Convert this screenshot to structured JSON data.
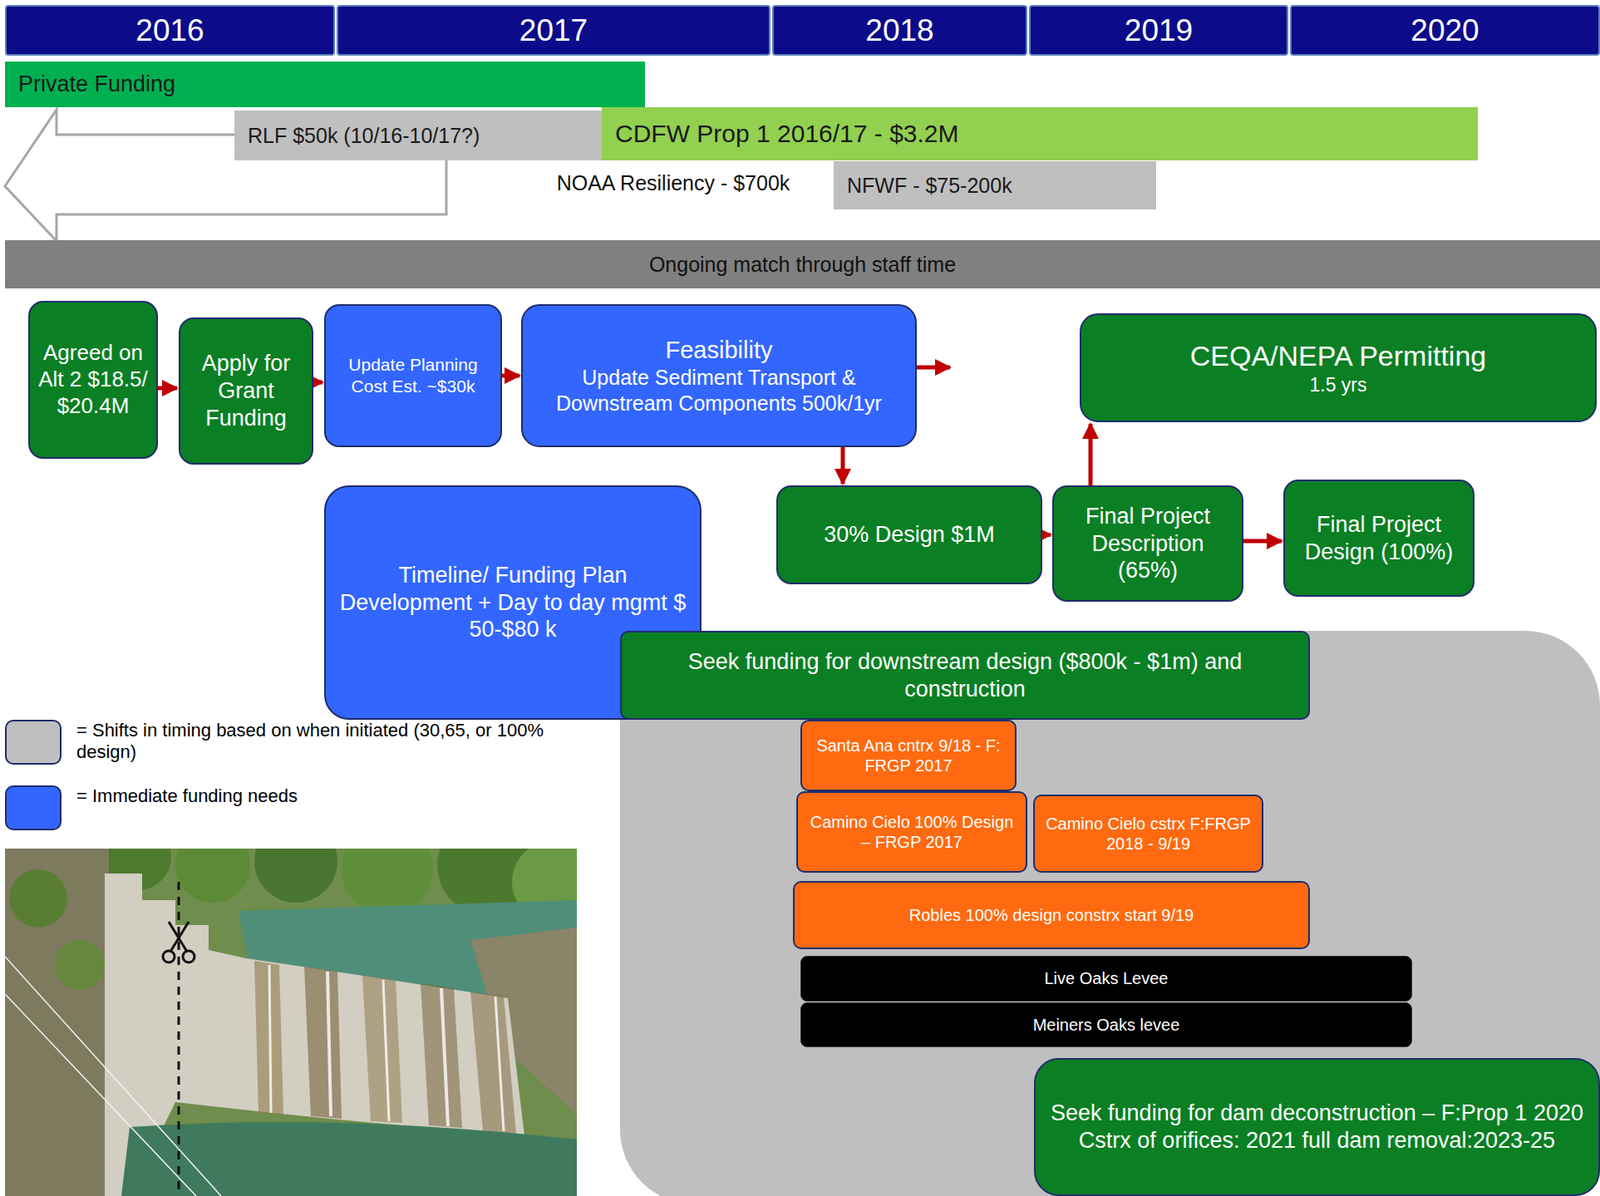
{
  "diagram": {
    "nodes": [
      {
        "text": [
          "2016"
        ]
      },
      {
        "text": [
          "2017"
        ]
      },
      {
        "text": [
          "2018"
        ]
      },
      {
        "text": [
          "2019"
        ]
      },
      {
        "text": [
          "2020"
        ]
      },
      {
        "text": [
          "Private Funding"
        ]
      },
      {
        "text": [
          "RLF $50k (10/16-10/17?)"
        ]
      },
      {
        "text": [
          "CDFW Prop 1 2016/17 - $3.2M"
        ]
      },
      {
        "text": [
          "NFWF - $75-200k"
        ]
      },
      {
        "text": [
          "Ongoing match through staff time"
        ]
      },
      {
        "text": [
          "Agreed on Alt 2 $18.5/ $20.4M"
        ]
      },
      {
        "text": [
          "Apply for Grant Funding"
        ]
      },
      {
        "text": [
          "Update Planning Cost Est. ~$30k"
        ]
      },
      {
        "text": [
          "Feasibility",
          "Update Sediment Transport & Downstream Components 500k/1yr"
        ]
      },
      {
        "text": [
          "CEQA/NEPA Permitting",
          "1.5 yrs"
        ]
      },
      {
        "text": [
          "30% Design $1M"
        ]
      },
      {
        "text": [
          "Final Project Description (65%)"
        ]
      },
      {
        "text": [
          "Final Project Design (100%)"
        ]
      },
      {
        "text": [
          "Timeline/ Funding Plan Development + Day to day mgmt $ 50-$80 k"
        ]
      },
      {
        "text": [
          "Seek funding for downstream design ($800k - $1m) and construction"
        ]
      },
      {
        "text": [
          "Santa Ana cntrx 9/18 - F: FRGP 2017"
        ]
      },
      {
        "text": [
          "Camino Cielo 100% Design – FRGP 2017"
        ]
      },
      {
        "text": [
          "Camino Cielo cstrx F:FRGP 2018 - 9/19"
        ]
      },
      {
        "text": [
          "Robles 100% design constrx start 9/19"
        ]
      },
      {
        "text": [
          "Live Oaks Levee"
        ]
      },
      {
        "text": [
          "Meiners Oaks levee"
        ]
      },
      {
        "text": [
          "Seek funding for dam deconstruction – F:Prop 1 2020 Cstrx of orifices: 2021 full dam removal:2023-25"
        ]
      }
    ],
    "edges": [
      {
        "from": 10,
        "to": 11,
        "arrow": "to"
      },
      {
        "from": 11,
        "to": 12,
        "arrow": "to"
      },
      {
        "from": 12,
        "to": 13,
        "arrow": "to"
      },
      {
        "from": 13,
        "to": 15,
        "arrow": "to"
      },
      {
        "from": 15,
        "to": 16,
        "arrow": "to"
      },
      {
        "from": 16,
        "to": 14,
        "arrow": "to"
      },
      {
        "from": 16,
        "to": 17,
        "arrow": "to"
      }
    ],
    "labels": [
      "NOAA Resiliency - $700k"
    ],
    "legend": [
      {
        "text": "= Shifts in timing based on when initiated (30,65, or 100% design)",
        "color": "#bfbfbf"
      },
      {
        "text": "= Immediate funding needs",
        "color": "#3366ff"
      }
    ]
  }
}
